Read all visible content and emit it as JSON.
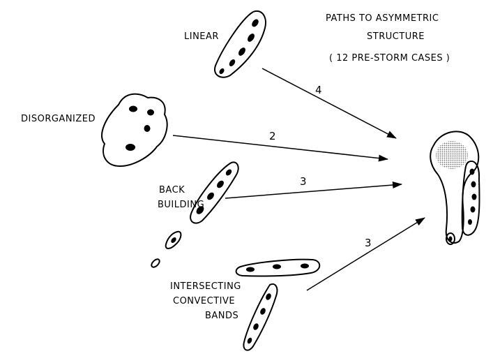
{
  "title": {
    "line1": "PATHS TO ASYMMETRIC",
    "line2": "STRUCTURE",
    "line3": "( 12 PRE-STORM CASES )"
  },
  "sources": {
    "linear": "LINEAR",
    "disorganized": "DISORGANIZED",
    "back_building": {
      "line1": "BACK",
      "line2": "BUILDING"
    },
    "intersecting": {
      "line1": "INTERSECTING",
      "line2": "CONVECTIVE",
      "line3": "BANDS"
    }
  },
  "paths": [
    {
      "from": "linear",
      "count": "4"
    },
    {
      "from": "disorganized",
      "count": "2"
    },
    {
      "from": "back_building",
      "count": "3"
    },
    {
      "from": "intersecting",
      "count": "3"
    }
  ],
  "colors": {
    "ink": "#000000",
    "shading": "#8a8a8a"
  }
}
